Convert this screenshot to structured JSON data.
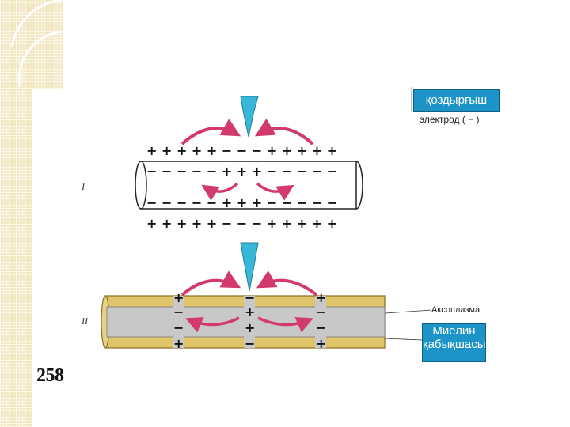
{
  "labels": {
    "stimulating_electrode": "қоздырғыш",
    "electrode_sub": "электрод  ( − )",
    "axoplasm": "Аксоплазма",
    "myelin_sheath": "Миелин қабықшасы",
    "panel_one": "I",
    "panel_two": "II",
    "page_number": "258"
  },
  "signs": {
    "top_outer": "+ + + + + − − − + + + + +",
    "top_inner": "− − − − − + + + − − − − −",
    "bottom_inner": "− − − − − + + + − − − − −",
    "bottom_outer": "+ + + + + − − − + + + + +",
    "plus": "+",
    "minus": "−"
  },
  "colors": {
    "arrow": "#d23a6f",
    "electrode": "#39b7d9",
    "label_box": "#1c94c7",
    "myelin": "#e0c46a",
    "axon_fill": "#c8c8c8"
  }
}
